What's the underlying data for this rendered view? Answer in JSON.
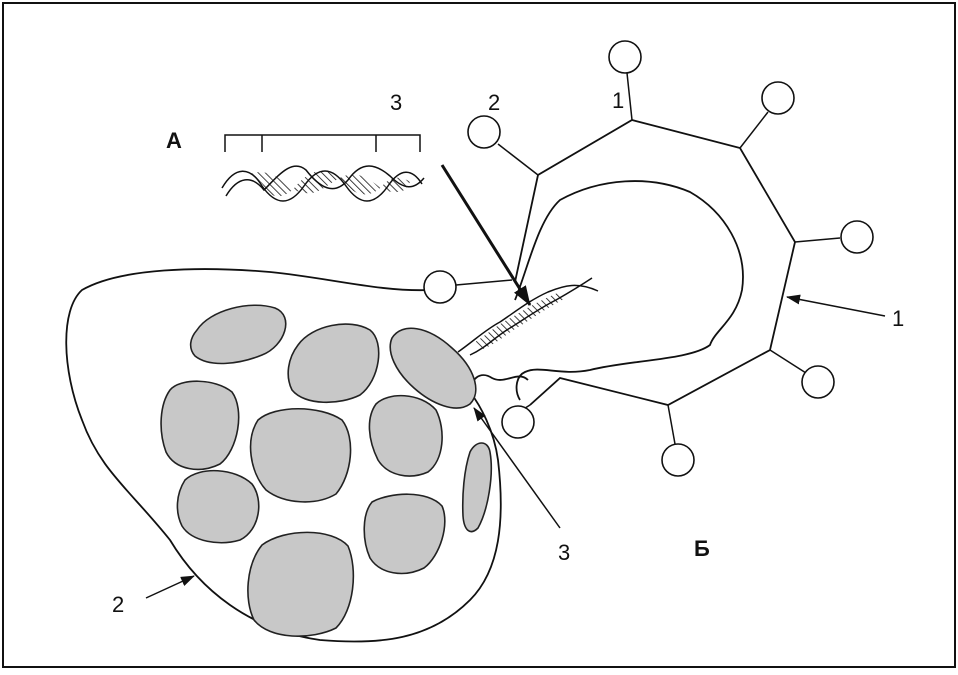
{
  "labels": {
    "panel_a": "А",
    "panel_b": "Б",
    "dna_region_top_3": "3",
    "phage_top_2": "2",
    "phage_top_1": "1",
    "capsid_1": "1",
    "cell_wall_2": "2",
    "nucleoid_3": "3"
  },
  "colors": {
    "granule_fill": "#c8c8c8",
    "stroke": "#111111",
    "background": "#ffffff"
  }
}
